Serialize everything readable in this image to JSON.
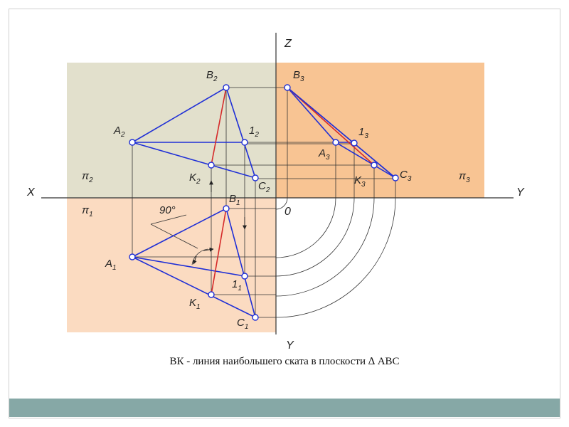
{
  "colors": {
    "plane_pi2": "#e2e0cc",
    "plane_pi3": "#f8c493",
    "plane_pi1": "#fbdbc1",
    "projection_line": "#1f2fd6",
    "steepest_slope_line": "#d52a2a",
    "construction_line": "#333333",
    "footer_bar": "#86a8a6"
  },
  "axes": {
    "x_label": "X",
    "y_right_label": "Y",
    "z_label": "Z",
    "y_bottom_label": "Y",
    "origin_label": "0"
  },
  "planes": {
    "pi2": {
      "symbol": "π",
      "sub": "2"
    },
    "pi1": {
      "symbol": "π",
      "sub": "1"
    },
    "pi3": {
      "symbol": "π",
      "sub": "3"
    }
  },
  "points": {
    "A2": {
      "name": "A",
      "sub": "2"
    },
    "B2": {
      "name": "B",
      "sub": "2"
    },
    "C2": {
      "name": "C",
      "sub": "2"
    },
    "K2": {
      "name": "K",
      "sub": "2"
    },
    "p12": {
      "name": "1",
      "sub": "2"
    },
    "A1": {
      "name": "A",
      "sub": "1"
    },
    "B1": {
      "name": "B",
      "sub": "1"
    },
    "C1": {
      "name": "C",
      "sub": "1"
    },
    "K1": {
      "name": "K",
      "sub": "1"
    },
    "p11": {
      "name": "1",
      "sub": "1"
    },
    "A3": {
      "name": "A",
      "sub": "3"
    },
    "B3": {
      "name": "B",
      "sub": "3"
    },
    "C3": {
      "name": "C",
      "sub": "3"
    },
    "K3": {
      "name": "K",
      "sub": "3"
    },
    "p13": {
      "name": "1",
      "sub": "3"
    }
  },
  "angle_label": "90°",
  "caption": "ВК - линия наибольшего ската в плоскости  ∆ АВС"
}
